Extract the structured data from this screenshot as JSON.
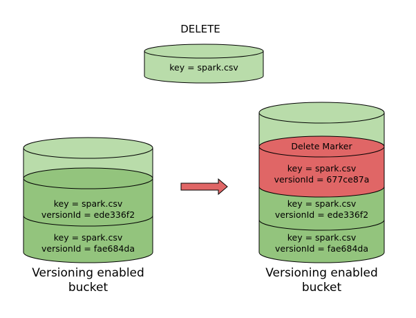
{
  "title": "DELETE",
  "request": {
    "key_label": "key = spark.csv"
  },
  "left_bucket": {
    "caption_line1": "Versioning enabled",
    "caption_line2": "bucket",
    "layers": [
      {
        "key": "key = spark.csv",
        "version": "versionId = ede336f2"
      },
      {
        "key": "key = spark.csv",
        "version": "versionId = fae684da"
      }
    ]
  },
  "right_bucket": {
    "caption_line1": "Versioning enabled",
    "caption_line2": "bucket",
    "delete_marker": {
      "label": "Delete Marker",
      "key": "key = spark.csv",
      "version": "versionId = 677ce87a"
    },
    "layers": [
      {
        "key": "key = spark.csv",
        "version": "versionId = ede336f2"
      },
      {
        "key": "key = spark.csv",
        "version": "versionId = fae684da"
      }
    ]
  },
  "colors": {
    "light_green": "#b9dcaa",
    "green": "#93c47d",
    "red": "#e06666",
    "stroke": "#000000"
  }
}
